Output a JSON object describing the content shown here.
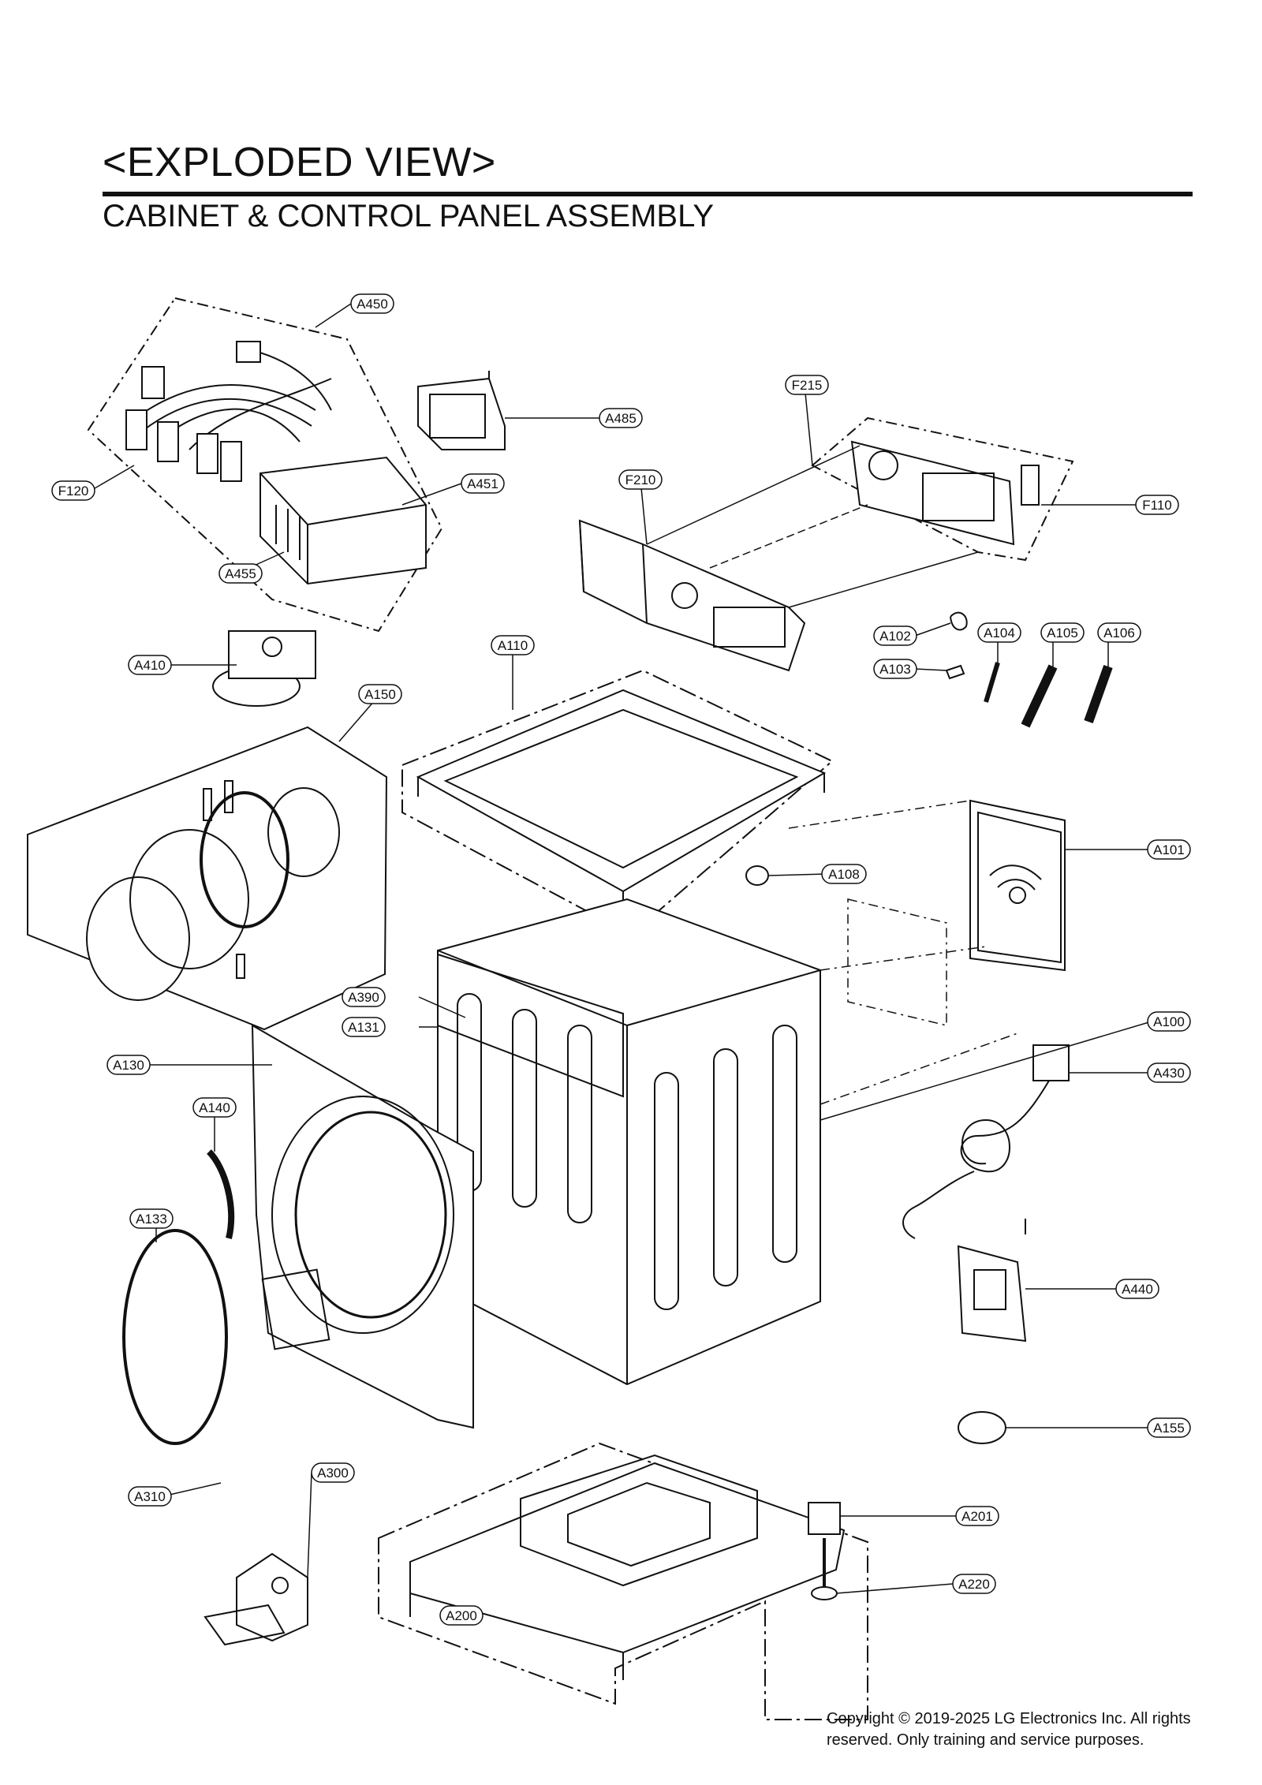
{
  "header": {
    "title": "<EXPLODED VIEW>",
    "subtitle": "CABINET & CONTROL  PANEL ASSEMBLY"
  },
  "callouts": [
    "A450",
    "A485",
    "F215",
    "F120",
    "A451",
    "F210",
    "F110",
    "A455",
    "A410",
    "A110",
    "A102",
    "A104",
    "A105",
    "A106",
    "A103",
    "A150",
    "A101",
    "A108",
    "A390",
    "A131",
    "A100",
    "A130",
    "A430",
    "A140",
    "A133",
    "A440",
    "A155",
    "A300",
    "A310",
    "A201",
    "A220",
    "A200"
  ],
  "footer": {
    "copyright_line1": "Copyright © 2019-2025 LG Electronics Inc. All rights",
    "copyright_line2": "reserved. Only training and service purposes."
  }
}
